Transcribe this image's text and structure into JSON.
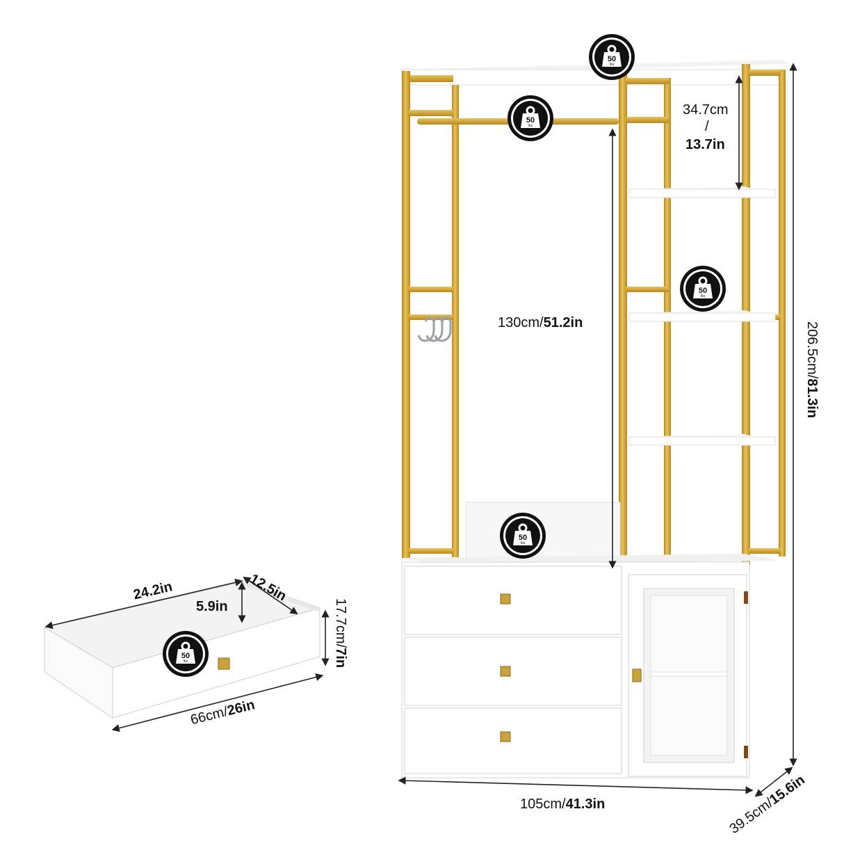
{
  "dimensions": {
    "compartment_height_cm": "34.7cm",
    "compartment_sep": "/",
    "compartment_height_in": "13.7in",
    "hanging_height_cm": "130cm/",
    "hanging_height_in": "51.2in",
    "total_height_cm": "206.5cm/",
    "total_height_in": "81.3in",
    "width_cm": "105cm/",
    "width_in": "41.3in",
    "depth_cm": "39.5cm/",
    "depth_in": "15.6in"
  },
  "drawer": {
    "inner_length": "24.2in",
    "inner_depth": "12.5in",
    "inner_height": "5.9in",
    "outer_length_cm": "66cm/",
    "outer_length_in": "26in",
    "outer_height_cm": "17.7cm/",
    "outer_height_in": "7in"
  },
  "weight_badges": [
    {
      "value": "50",
      "unit": "lbs"
    },
    {
      "value": "50",
      "unit": "lbs"
    },
    {
      "value": "50",
      "unit": "lbs"
    },
    {
      "value": "50",
      "unit": "lbs"
    },
    {
      "value": "50",
      "unit": "lbs"
    }
  ],
  "colors": {
    "gold": "#D4A82F",
    "gold_dark": "#B8891F",
    "white_panel": "#FFFFFF",
    "shadow": "#E4E4E4",
    "badge": "#111111"
  }
}
